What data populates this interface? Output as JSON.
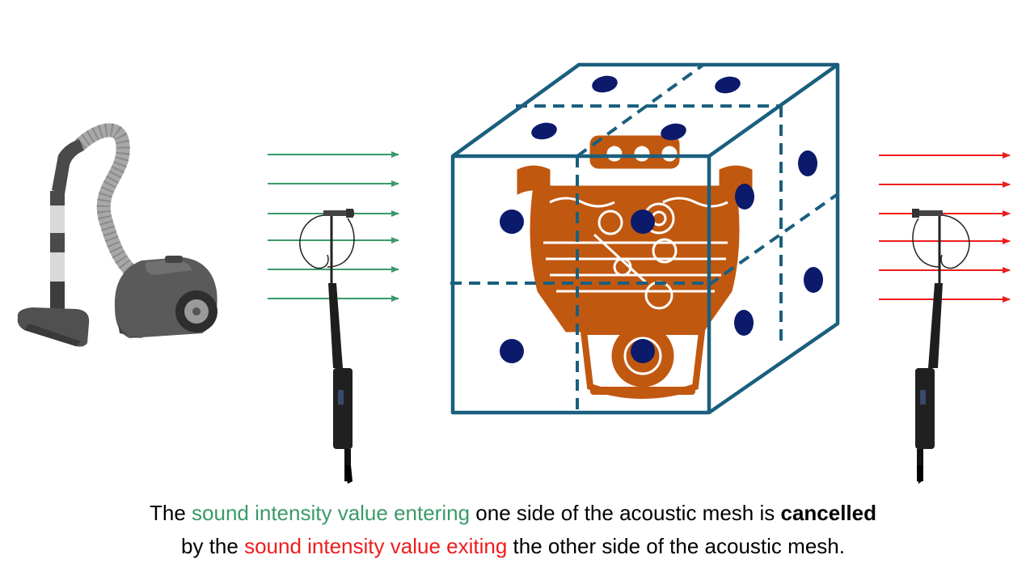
{
  "caption": {
    "line1": {
      "prefix": "The ",
      "entering": "sound intensity value entering",
      "middle": " one side of the acoustic mesh is ",
      "emphasis": "cancelled"
    },
    "line2": {
      "prefix": "by the ",
      "exiting": "sound intensity value exiting",
      "suffix": " the other side of the acoustic mesh."
    }
  },
  "colors": {
    "entering": "#3a9a6a",
    "exiting": "#ee1c1c",
    "mesh": "#1a5f7e",
    "mesh_points": "#0b1a6b",
    "engine": "#c1580f",
    "vacuum_body": "#5a5a5a",
    "probe": "#222222"
  },
  "icons": {
    "source": "vacuum-cleaner-icon",
    "engine": "engine-icon",
    "probe": "intensity-probe-icon"
  }
}
